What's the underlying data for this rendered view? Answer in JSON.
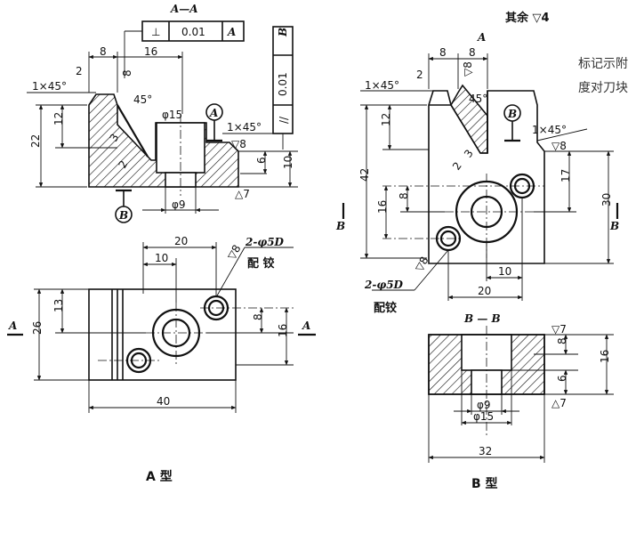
{
  "figure_a": {
    "section_title": "A—A",
    "tolerance_frame": [
      "⊥",
      "0.01",
      "A"
    ],
    "vertical_frame": [
      "B",
      "0.01",
      "//"
    ],
    "dims": {
      "d8": "8",
      "d16": "16",
      "d2": "2",
      "d1x45a": "1×45°",
      "d45": "45°",
      "d8b": "8",
      "d12": "12",
      "d22": "22",
      "phi15": "φ15",
      "d1x45b": "1×45°",
      "r8": "▽8",
      "d6": "6",
      "d10": "10",
      "r7": "△7",
      "phi9": "φ9",
      "d3": "3",
      "d2b": "2",
      "d8c": "▽8"
    },
    "datum_a": "A",
    "datum_b": "B",
    "plan": {
      "d20": "20",
      "d10": "10",
      "pin": "2-φ5D",
      "pin_note": "配 铰",
      "r8": "▽8",
      "d13": "13",
      "d26": "26",
      "d8": "8",
      "d16": "16",
      "d40": "40",
      "cut_left": "A",
      "cut_right": "A"
    },
    "caption": "A 型"
  },
  "figure_b": {
    "top_note": "其余 ▽4",
    "view_title": "A",
    "side_note_1": "标记示附",
    "side_note_2": "度对刀块",
    "dims": {
      "d8a": "8",
      "d8b": "8",
      "d2": "2",
      "d1x45a": "1×45°",
      "d45": "45°",
      "r8": "▽8",
      "d12": "12",
      "d42": "42",
      "d16": "16",
      "d8": "8",
      "d1x45b": "1×45°",
      "r8b": "▽8",
      "d17": "17",
      "d30": "30",
      "d10": "10",
      "d20": "20",
      "pin": "2-φ5D",
      "pin_note": "配铰",
      "r8c": "▽8",
      "d3": "3",
      "d2b": "2"
    },
    "datum_b": "B",
    "cut_left": "B",
    "cut_right": "B",
    "section": {
      "title": "B — B",
      "r7": "▽7",
      "d8": "8",
      "d16": "16",
      "d6": "6",
      "r7b": "△7",
      "phi9": "φ9",
      "phi15": "φ15",
      "d32": "32"
    },
    "caption": "B 型"
  }
}
